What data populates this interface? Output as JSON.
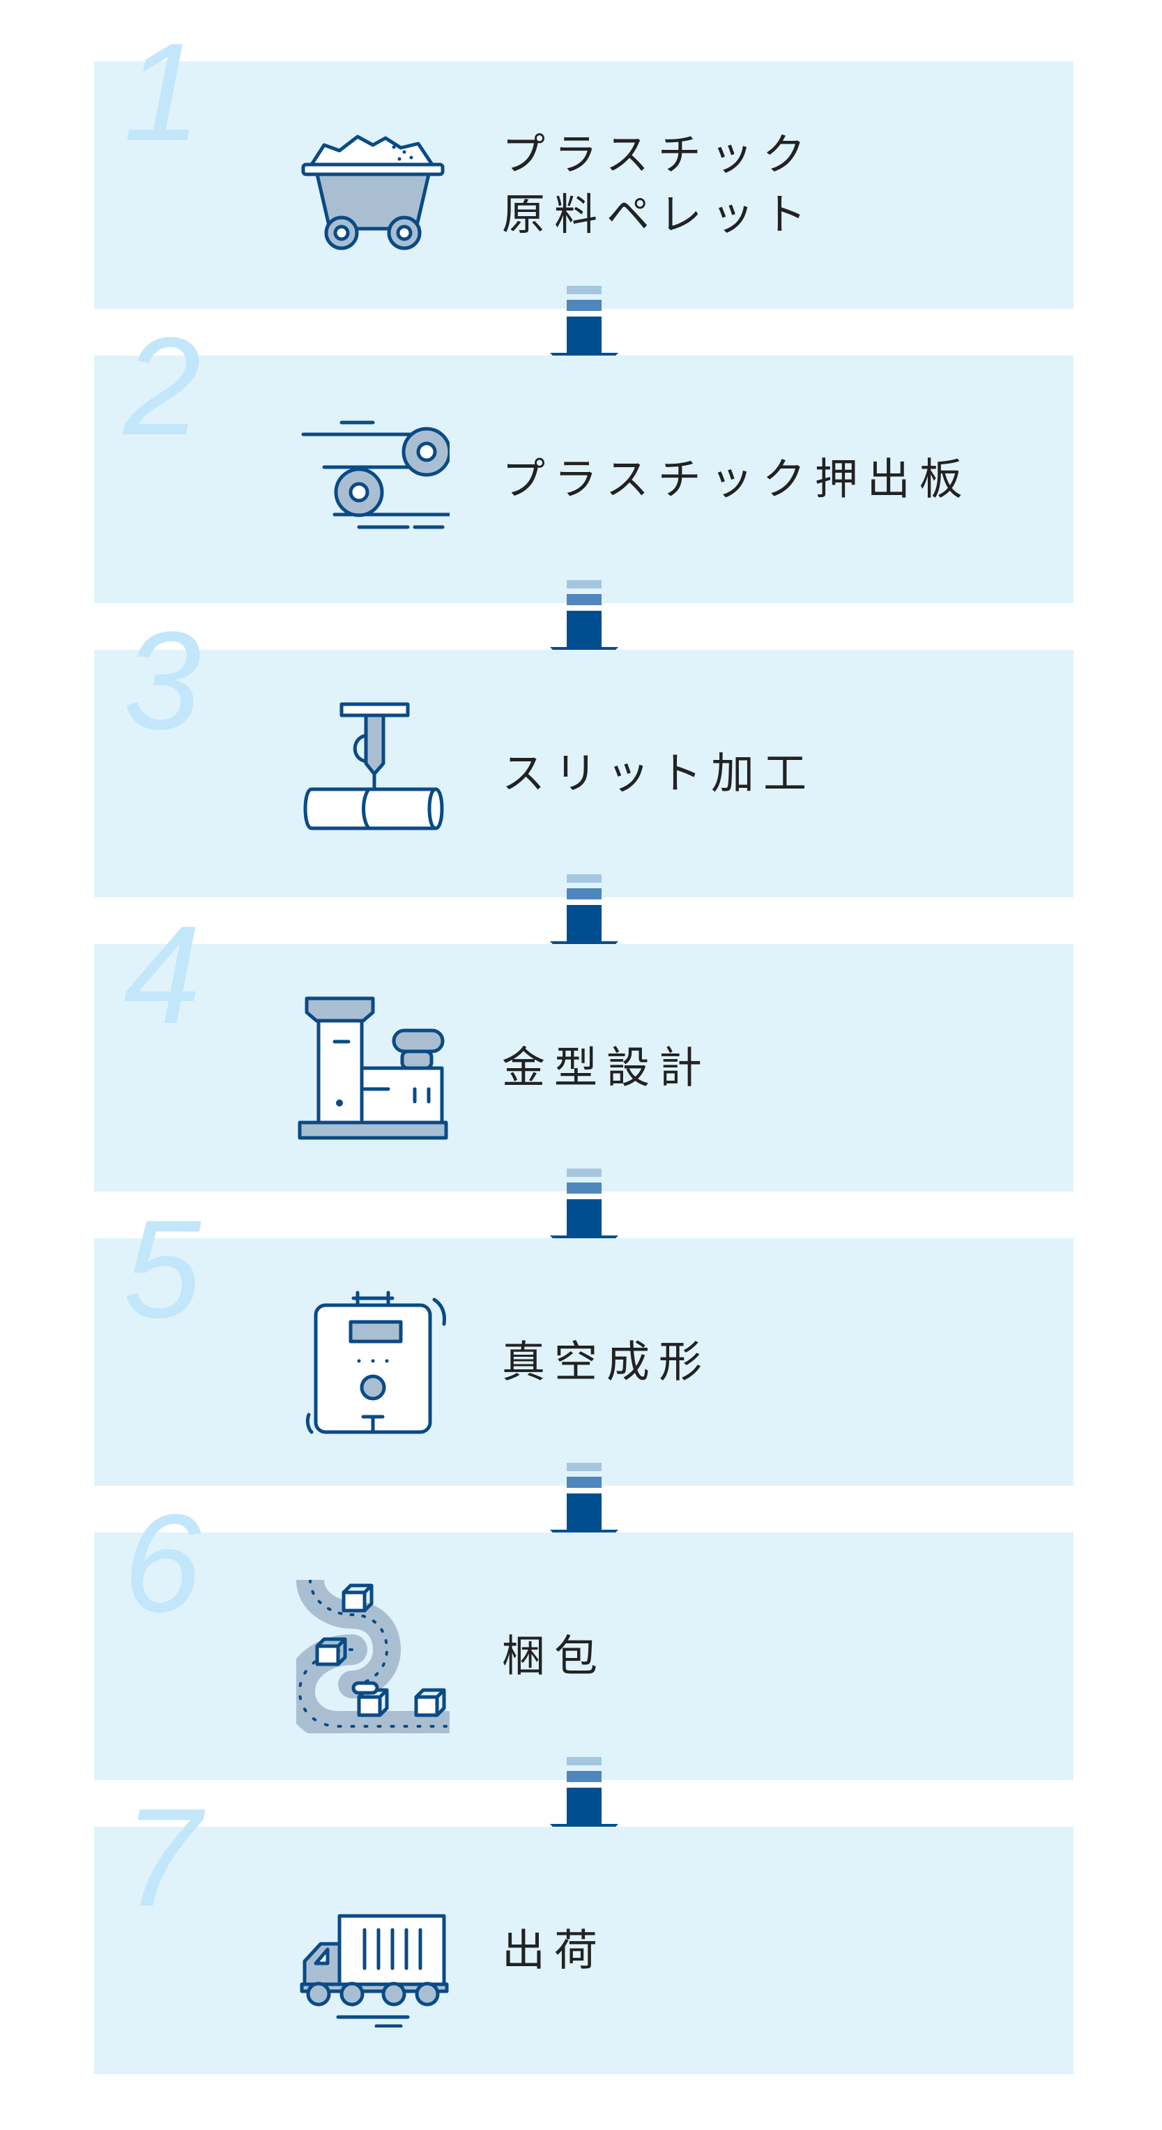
{
  "colors": {
    "panel": "#e0f3fb",
    "number": "#c2e6fa",
    "arrow_dark": "#004e8f",
    "arrow_mid": "#4f86bb",
    "arrow_light": "#a6c6e0",
    "icon_stroke": "#0a4a86",
    "icon_fill": "#a9bfd1"
  },
  "steps": [
    {
      "number": "1",
      "label": "プラスチック\n原料ペレット",
      "icon": "mine-cart-pellets-icon"
    },
    {
      "number": "2",
      "label": "プラスチック押出板",
      "icon": "sheet-roll-icon"
    },
    {
      "number": "3",
      "label": "スリット加工",
      "icon": "slitting-cutter-icon"
    },
    {
      "number": "4",
      "label": "金型設計",
      "icon": "mold-machine-icon"
    },
    {
      "number": "5",
      "label": "真空成形",
      "icon": "vacuum-forming-machine-icon"
    },
    {
      "number": "6",
      "label": "梱包",
      "icon": "conveyor-boxes-icon"
    },
    {
      "number": "7",
      "label": "出荷",
      "icon": "delivery-truck-icon"
    }
  ]
}
